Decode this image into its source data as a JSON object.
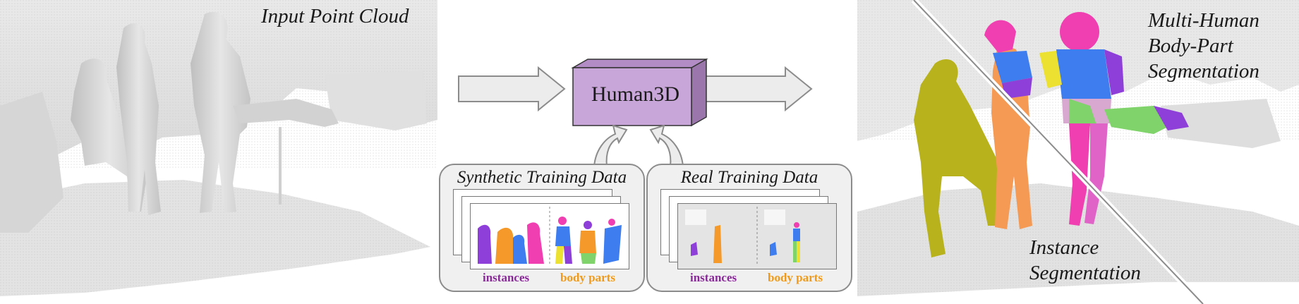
{
  "panels": {
    "input": {
      "caption": "Input Point Cloud"
    },
    "output": {
      "caption_top": [
        "Multi-Human",
        "Body-Part",
        "Segmentation"
      ],
      "caption_bottom": [
        "Instance",
        "Segmentation"
      ]
    }
  },
  "model": {
    "label": "Human3D",
    "color": "#c9a6d9"
  },
  "training": {
    "synthetic": {
      "title": "Synthetic Training Data",
      "label_instances": "instances",
      "label_parts": "body parts"
    },
    "real": {
      "title": "Real Training Data",
      "label_instances": "instances",
      "label_parts": "body parts"
    }
  },
  "colors": {
    "instances_label": "#8a2a9a",
    "parts_label": "#ef9a1a",
    "arrow_fill": "#ececec",
    "arrow_stroke": "#8c8c8c",
    "instance_olive": "#b8b21c",
    "instance_orange": "#f59a55",
    "part_magenta": "#f03fb0",
    "part_blue": "#3d7df0",
    "part_purple": "#8f3fd9",
    "part_yellow": "#ece030",
    "part_green": "#7fd36a"
  }
}
